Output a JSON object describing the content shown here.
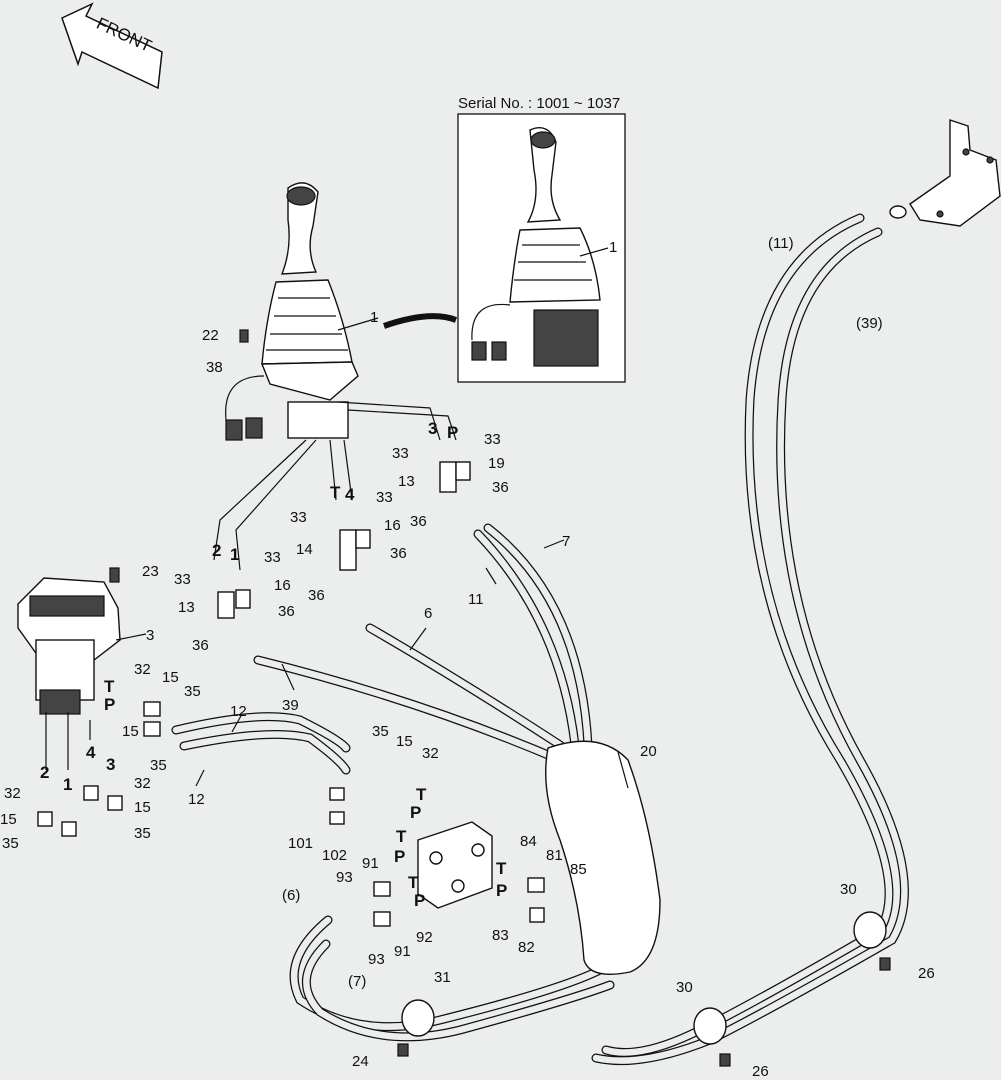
{
  "front_label": "FRONT",
  "serial_note": "Serial No. : 1001 ~ 1037",
  "callouts": [
    {
      "id": "c1",
      "text": "1"
    },
    {
      "id": "c1b",
      "text": "1"
    },
    {
      "id": "c22",
      "text": "22"
    },
    {
      "id": "c38",
      "text": "38"
    },
    {
      "id": "c23",
      "text": "23"
    },
    {
      "id": "c3",
      "text": "3"
    },
    {
      "id": "c3p",
      "text": "3"
    },
    {
      "id": "cPt",
      "text": "P"
    },
    {
      "id": "c33a",
      "text": "33"
    },
    {
      "id": "c33b",
      "text": "33"
    },
    {
      "id": "c13a",
      "text": "13"
    },
    {
      "id": "c19",
      "text": "19"
    },
    {
      "id": "c36a",
      "text": "36"
    },
    {
      "id": "c36b",
      "text": "36"
    },
    {
      "id": "cT4",
      "text": "T"
    },
    {
      "id": "c4p",
      "text": "4"
    },
    {
      "id": "c33c",
      "text": "33"
    },
    {
      "id": "c33d",
      "text": "33"
    },
    {
      "id": "c16a",
      "text": "16"
    },
    {
      "id": "c14",
      "text": "14"
    },
    {
      "id": "c36c",
      "text": "36"
    },
    {
      "id": "c36d",
      "text": "36"
    },
    {
      "id": "c7",
      "text": "7"
    },
    {
      "id": "c11",
      "text": "11"
    },
    {
      "id": "c6",
      "text": "6"
    },
    {
      "id": "c2p",
      "text": "2"
    },
    {
      "id": "c1p",
      "text": "1"
    },
    {
      "id": "c33e",
      "text": "33"
    },
    {
      "id": "c33f",
      "text": "33"
    },
    {
      "id": "c16b",
      "text": "16"
    },
    {
      "id": "c13b",
      "text": "13"
    },
    {
      "id": "c36e",
      "text": "36"
    },
    {
      "id": "c36f",
      "text": "36"
    },
    {
      "id": "c39",
      "text": "39"
    },
    {
      "id": "c11p",
      "text": "(11)"
    },
    {
      "id": "c39p",
      "text": "(39)"
    },
    {
      "id": "cT1",
      "text": "T"
    },
    {
      "id": "cP1",
      "text": "P"
    },
    {
      "id": "c32a",
      "text": "32"
    },
    {
      "id": "c15a",
      "text": "15"
    },
    {
      "id": "c35a",
      "text": "35"
    },
    {
      "id": "c15b",
      "text": "15"
    },
    {
      "id": "c35b",
      "text": "35"
    },
    {
      "id": "c12a",
      "text": "12"
    },
    {
      "id": "c12b",
      "text": "12"
    },
    {
      "id": "c2",
      "text": "2"
    },
    {
      "id": "c1c",
      "text": "1"
    },
    {
      "id": "c4",
      "text": "4"
    },
    {
      "id": "c3b",
      "text": "3"
    },
    {
      "id": "c32b",
      "text": "32"
    },
    {
      "id": "c15c",
      "text": "15"
    },
    {
      "id": "c35c",
      "text": "35"
    },
    {
      "id": "c32c",
      "text": "32"
    },
    {
      "id": "c15d",
      "text": "15"
    },
    {
      "id": "c35d",
      "text": "35"
    },
    {
      "id": "c35e",
      "text": "35"
    },
    {
      "id": "c15e",
      "text": "15"
    },
    {
      "id": "c32d",
      "text": "32"
    },
    {
      "id": "cT2",
      "text": "T"
    },
    {
      "id": "cP2",
      "text": "P"
    },
    {
      "id": "c20",
      "text": "20"
    },
    {
      "id": "c101",
      "text": "101"
    },
    {
      "id": "c102",
      "text": "102"
    },
    {
      "id": "cT3",
      "text": "T"
    },
    {
      "id": "cP3",
      "text": "P"
    },
    {
      "id": "c91a",
      "text": "91"
    },
    {
      "id": "c93a",
      "text": "93"
    },
    {
      "id": "cT5",
      "text": "T"
    },
    {
      "id": "cP5",
      "text": "P"
    },
    {
      "id": "c92",
      "text": "92"
    },
    {
      "id": "c91b",
      "text": "91"
    },
    {
      "id": "c93b",
      "text": "93"
    },
    {
      "id": "c84",
      "text": "84"
    },
    {
      "id": "c81",
      "text": "81"
    },
    {
      "id": "c85",
      "text": "85"
    },
    {
      "id": "cT6",
      "text": "T"
    },
    {
      "id": "cP6",
      "text": "P"
    },
    {
      "id": "c83",
      "text": "83"
    },
    {
      "id": "c82",
      "text": "82"
    },
    {
      "id": "c6p",
      "text": "(6)"
    },
    {
      "id": "c7p",
      "text": "(7)"
    },
    {
      "id": "c31",
      "text": "31"
    },
    {
      "id": "c24",
      "text": "24"
    },
    {
      "id": "c30a",
      "text": "30"
    },
    {
      "id": "c26a",
      "text": "26"
    },
    {
      "id": "c30b",
      "text": "30"
    },
    {
      "id": "c26b",
      "text": "26"
    }
  ]
}
